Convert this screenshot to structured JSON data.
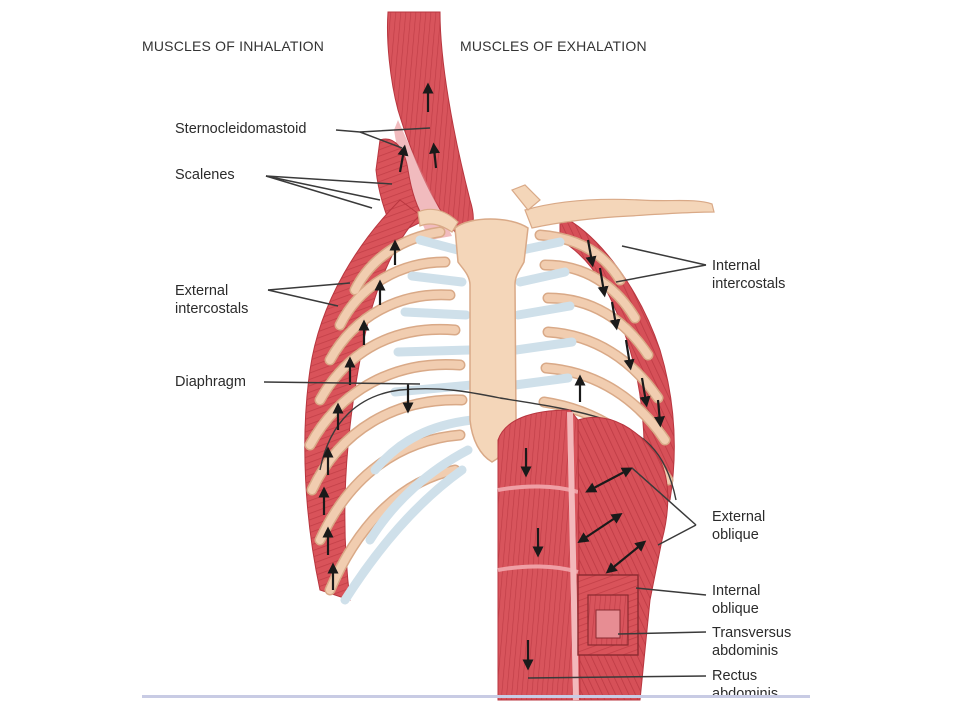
{
  "headers": {
    "inhalation": "MUSCLES OF INHALATION",
    "exhalation": "MUSCLES OF EXHALATION"
  },
  "labels": {
    "sternocleidomastoid": "Sternocleidomastoid",
    "scalenes": "Scalenes",
    "external_intercostals_line1": "External",
    "external_intercostals_line2": "intercostals",
    "diaphragm": "Diaphragm",
    "internal_intercostals_line1": "Internal",
    "internal_intercostals_line2": "intercostals",
    "external_oblique_line1": "External",
    "external_oblique_line2": "oblique",
    "internal_oblique_line1": "Internal",
    "internal_oblique_line2": "oblique",
    "transversus_line1": "Transversus",
    "transversus_line2": "abdominis",
    "rectus_line1": "Rectus",
    "rectus_line2": "abdominis"
  },
  "colors": {
    "muscle": "#d9535a",
    "muscle_dark": "#b8363f",
    "muscle_light": "#ec9aa0",
    "rib": "#f1cdb0",
    "rib_edge": "#d9a987",
    "cartilage": "#cfe0ea",
    "sternum": "#f4d6b9",
    "leader": "#3a3a3a",
    "arrow": "#1a1a1a"
  }
}
